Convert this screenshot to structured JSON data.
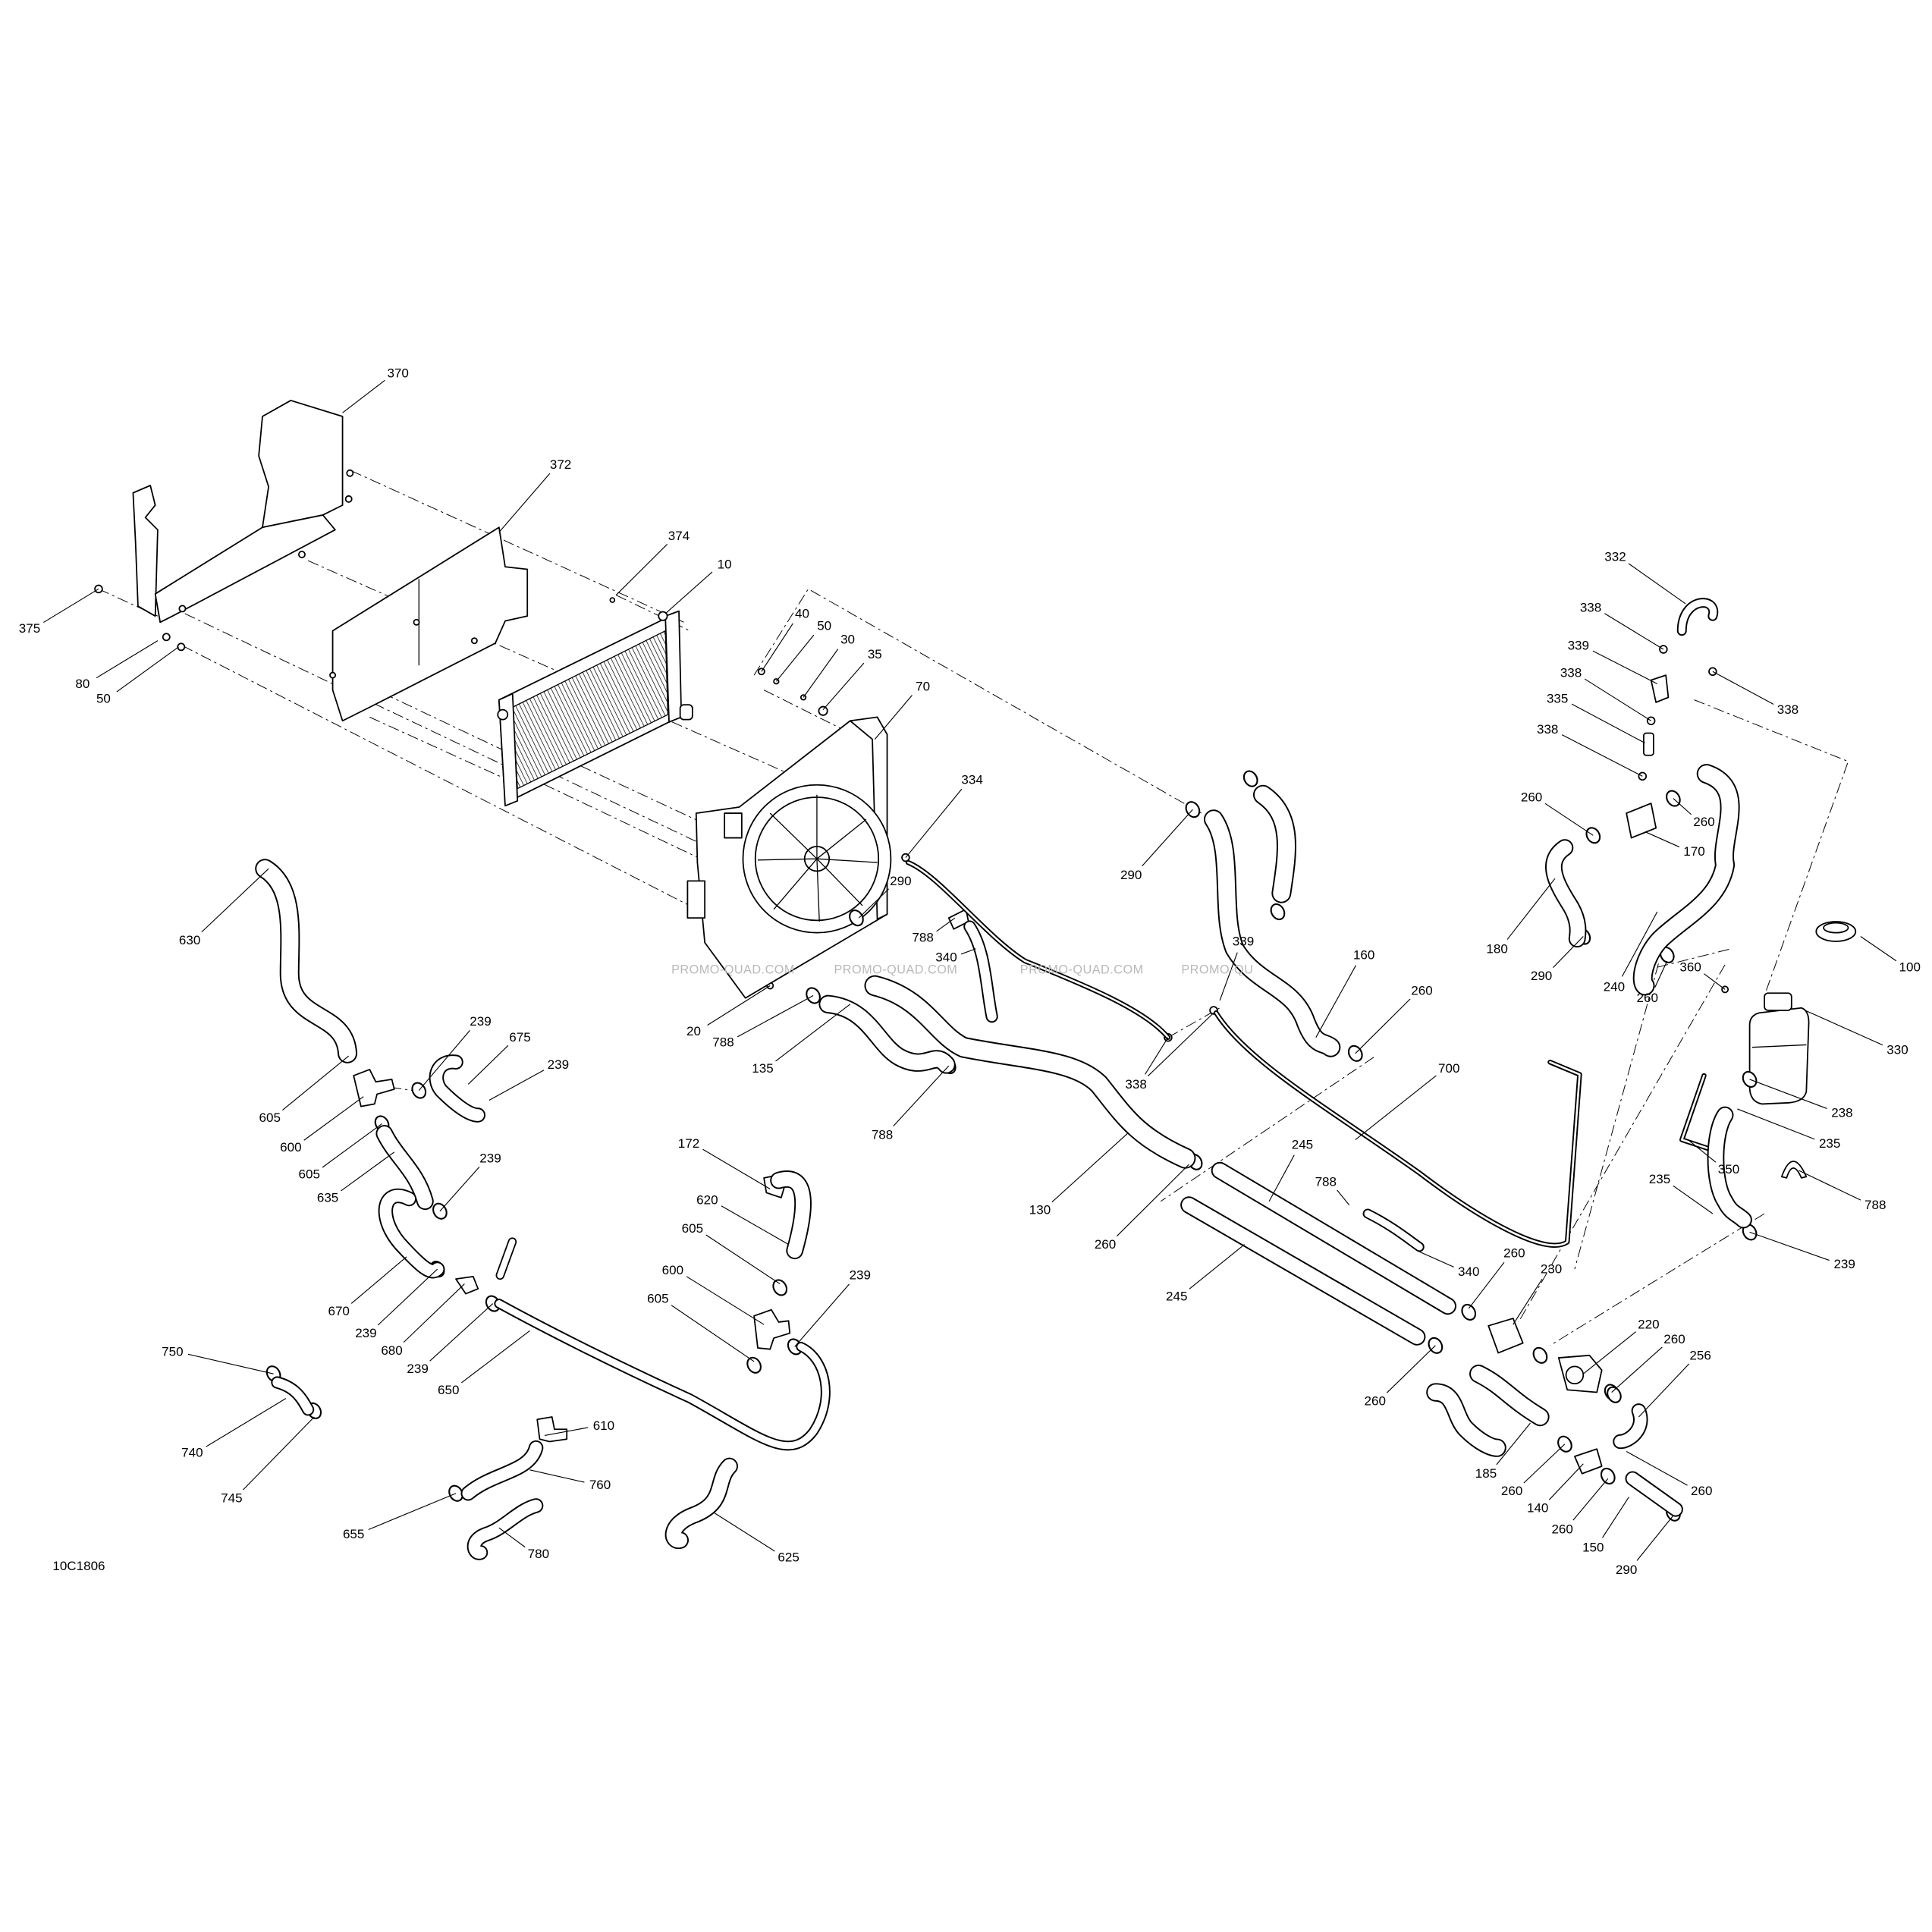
{
  "figure_code": "10C1806",
  "watermarks": [
    "PROMO-QUAD.COM",
    "PROMO-QUAD.COM",
    "PROMO-QUAD.COM",
    "PROMO-QU"
  ],
  "callouts": [
    "370",
    "372",
    "374",
    "10",
    "375",
    "80",
    "50",
    "40",
    "50",
    "30",
    "35",
    "70",
    "334",
    "290",
    "788",
    "340",
    "290",
    "20",
    "788",
    "135",
    "788",
    "630",
    "239",
    "675",
    "239",
    "605",
    "600",
    "605",
    "239",
    "635",
    "670",
    "239",
    "680",
    "239",
    "650",
    "172",
    "620",
    "605",
    "600",
    "239",
    "605",
    "750",
    "740",
    "745",
    "610",
    "760",
    "655",
    "780",
    "625",
    "160",
    "339",
    "338",
    "260",
    "130",
    "260",
    "700",
    "245",
    "788",
    "245",
    "340",
    "260",
    "230",
    "260",
    "220",
    "260",
    "256",
    "185",
    "260",
    "140",
    "260",
    "260",
    "150",
    "290",
    "332",
    "338",
    "339",
    "338",
    "338",
    "335",
    "338",
    "260",
    "260",
    "170",
    "180",
    "290",
    "240",
    "260",
    "360",
    "100",
    "330",
    "238",
    "235",
    "350",
    "235",
    "788",
    "239"
  ]
}
